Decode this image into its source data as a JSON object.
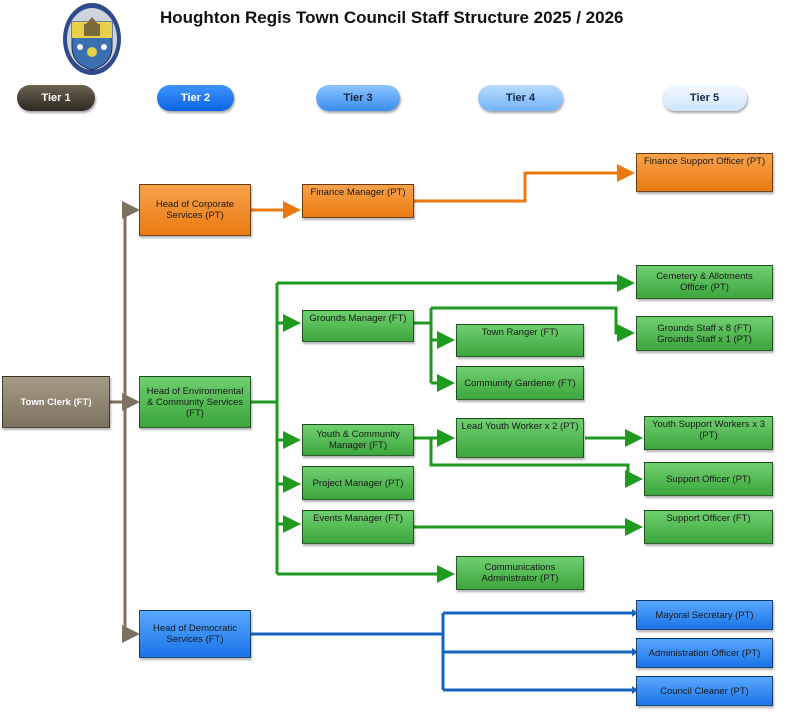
{
  "title": "Houghton Regis Town Council Staff Structure 2025 / 2026",
  "colors": {
    "brown": "#7d7260",
    "orange": "#ea7a10",
    "green": "#1e9a1e",
    "blue": "#1565c0"
  },
  "tiers": [
    "Tier 1",
    "Tier 2",
    "Tier 3",
    "Tier 4",
    "Tier 5"
  ],
  "roles": {
    "town_clerk": "Town Clerk (FT)",
    "head_corporate": "Head of Corporate Services (PT)",
    "head_environmental": "Head of Environmental & Community Services (FT)",
    "head_democratic": "Head of Democratic Services (FT)",
    "finance_manager": "Finance Manager (PT)",
    "finance_support": "Finance Support Officer (PT)",
    "cemetery": "Cemetery & Allotments Officer (PT)",
    "grounds_manager": "Grounds Manager (FT)",
    "town_ranger": "Town Ranger (FT)",
    "grounds_staff": "Grounds Staff x 8 (FT)\nGrounds Staff x 1 (PT)",
    "community_gardener": "Community Gardener (FT)",
    "youth_manager": "Youth & Community Manager (FT)",
    "lead_youth": "Lead Youth Worker x 2 (PT)",
    "youth_support": "Youth Support Workers x 3 (PT)",
    "support_officer_pt": "Support Officer (PT)",
    "project_manager": "Project Manager (PT)",
    "events_manager": "Events Manager (FT)",
    "support_officer_ft": "Support Officer (FT)",
    "communications": "Communications Administrator (PT)",
    "mayoral_secretary": "Mayoral Secretary (PT)",
    "admin_officer": "Administration Officer  (PT)",
    "council_cleaner": "Council Cleaner (PT)"
  }
}
